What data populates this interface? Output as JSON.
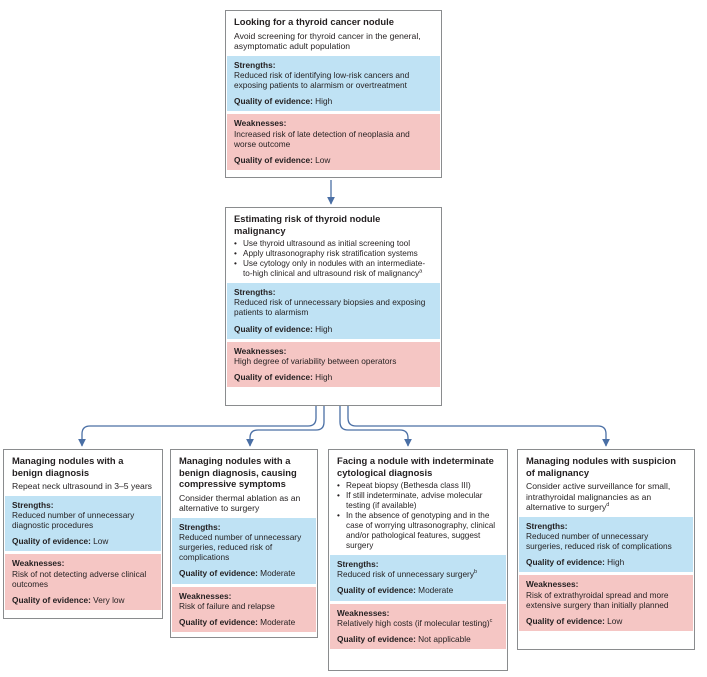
{
  "top": {
    "title": "Looking for a thyroid cancer nodule",
    "desc": "Avoid screening for thyroid cancer in the general, asymptomatic adult population",
    "strengths_label": "Strengths:",
    "strengths": "Reduced risk of identifying low-risk cancers and exposing patients to alarmism or overtreatment",
    "s_quality_label": "Quality of evidence:",
    "s_quality": "High",
    "weaknesses_label": "Weaknesses:",
    "weaknesses": "Increased risk of late detection of neoplasia and worse outcome",
    "w_quality_label": "Quality of evidence:",
    "w_quality": "Low"
  },
  "middle": {
    "title": "Estimating risk of thyroid nodule malignancy",
    "bullets": [
      "Use thyroid ultrasound as initial screening tool",
      "Apply ultrasonography risk stratification systems",
      "Use cytology only in nodules with an intermediate-to-high clinical and ultrasound risk of malignancy"
    ],
    "bullet3_sup": "a",
    "strengths_label": "Strengths:",
    "strengths": "Reduced risk of unnecessary biopsies and exposing patients to alarmism",
    "s_quality_label": "Quality of evidence:",
    "s_quality": "High",
    "weaknesses_label": "Weaknesses:",
    "weaknesses": "High degree of variability between operators",
    "w_quality_label": "Quality of evidence:",
    "w_quality": "High"
  },
  "benign": {
    "title": "Managing nodules with a benign diagnosis",
    "desc": "Repeat neck ultrasound in 3–5 years",
    "strengths_label": "Strengths:",
    "strengths": "Reduced number of unnecessary diagnostic procedures",
    "s_quality_label": "Quality of evidence:",
    "s_quality": "Low",
    "weaknesses_label": "Weaknesses:",
    "weaknesses": "Risk of not detecting adverse clinical outcomes",
    "w_quality_label": "Quality of evidence:",
    "w_quality": "Very low"
  },
  "compressive": {
    "title": "Managing nodules with a benign diagnosis, causing compressive symptoms",
    "desc": "Consider thermal ablation as an alternative to surgery",
    "strengths_label": "Strengths:",
    "strengths": "Reduced number of unnecessary surgeries, reduced risk of complications",
    "s_quality_label": "Quality of evidence:",
    "s_quality": "Moderate",
    "weaknesses_label": "Weaknesses:",
    "weaknesses": "Risk of failure and relapse",
    "w_quality_label": "Quality of evidence:",
    "w_quality": "Moderate"
  },
  "indeterminate": {
    "title": "Facing a nodule with indeterminate cytological diagnosis",
    "bullets": [
      "Repeat biopsy (Bethesda class III)",
      "If still indeterminate, advise molecular testing (if available)",
      "In the absence of genotyping and in the case of worrying ultrasonography, clinical and/or pathological features, suggest surgery"
    ],
    "strengths_label": "Strengths:",
    "strengths": "Reduced risk of unnecessary surgery",
    "strengths_sup": "b",
    "s_quality_label": "Quality of evidence:",
    "s_quality": "Moderate",
    "weaknesses_label": "Weaknesses:",
    "weaknesses": "Relatively high costs (if molecular testing)",
    "weaknesses_sup": "c",
    "w_quality_label": "Quality of evidence:",
    "w_quality": "Not applicable"
  },
  "suspicion": {
    "title": "Managing nodules with suspicion of malignancy",
    "desc": "Consider active surveillance for small, intrathyroidal malignancies as an alternative to surgery",
    "desc_sup": "d",
    "strengths_label": "Strengths:",
    "strengths": "Reduced number of unnecessary surgeries, reduced risk of complications",
    "s_quality_label": "Quality of evidence:",
    "s_quality": "High",
    "weaknesses_label": "Weaknesses:",
    "weaknesses": "Risk of extrathyroidal spread and more extensive surgery than initially planned",
    "w_quality_label": "Quality of evidence:",
    "w_quality": "Low"
  },
  "colors": {
    "strengths_bg": "#bfe2f4",
    "weaknesses_bg": "#f5c6c4",
    "connector": "#4a6fa5",
    "box_border": "#8a8c8e"
  }
}
